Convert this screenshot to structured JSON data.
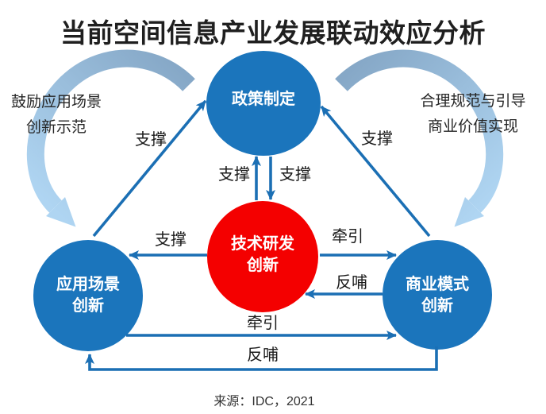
{
  "title": "当前空间信息产业发展联动效应分析",
  "source": "来源：IDC，2021",
  "nodes": {
    "policy": {
      "label": "政策制定"
    },
    "tech": {
      "lines": [
        "技术研发",
        "创新"
      ]
    },
    "application": {
      "lines": [
        "应用场景",
        "创新"
      ]
    },
    "business": {
      "lines": [
        "商业模式",
        "创新"
      ]
    }
  },
  "annotations": {
    "left": {
      "lines": [
        "鼓励应用场景",
        "创新示范"
      ]
    },
    "right": {
      "lines": [
        "合理规范与引导",
        "商业价值实现"
      ]
    }
  },
  "edge_labels": {
    "support_app_to_policy": "支撑",
    "support_biz_to_policy": "支撑",
    "support_tech_to_policy": "支撑",
    "support_policy_to_tech": "支撑",
    "support_tech_to_app": "支撑",
    "pull_tech_to_biz": "牵引",
    "feedback_biz_to_tech": "反哺",
    "pull_app_to_biz": "牵引",
    "feedback_biz_to_app": "反哺"
  },
  "colors": {
    "node_blue": "#1B75BC",
    "node_red": "#F40000",
    "arrow_blue": "#1B6FB4",
    "swoosh_dark": "#86A8C7",
    "swoosh_light": "#AFD5F2",
    "title_text": "#1F1F1F",
    "label_text": "#1A1A1A",
    "node_text": "#FFFFFF",
    "source_text": "#333333"
  }
}
